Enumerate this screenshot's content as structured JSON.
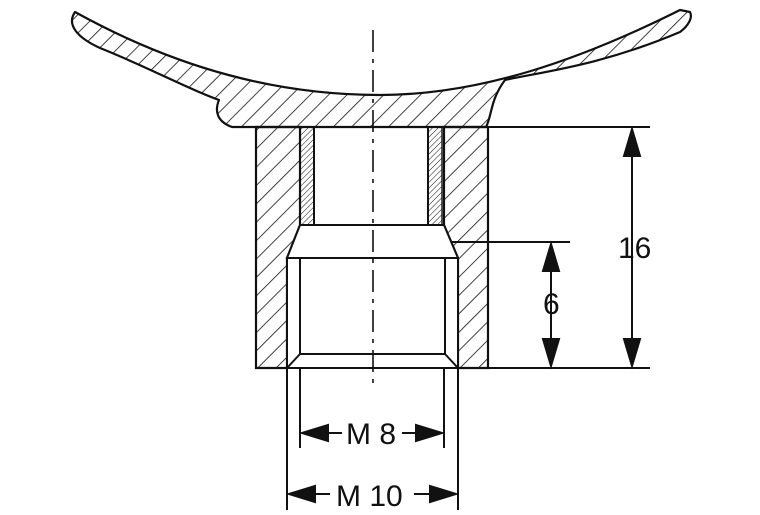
{
  "dimensions": {
    "overall_height": "16",
    "counterbore_depth": "6",
    "inner_thread": "M 8",
    "outer_thread": "M 10"
  },
  "colors": {
    "line": "#111111",
    "background": "#ffffff"
  }
}
